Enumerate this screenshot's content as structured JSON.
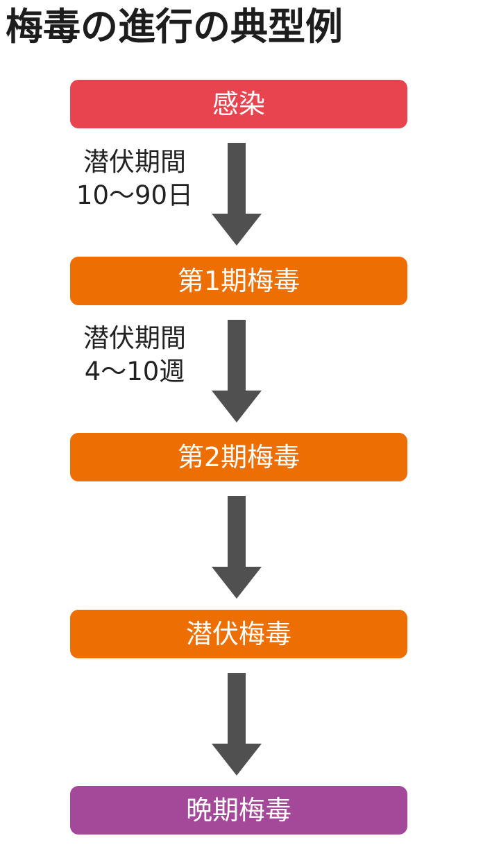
{
  "title": "梅毒の進行の典型例",
  "colors": {
    "infection": "#e84450",
    "stage": "#ed6f04",
    "late": "#a4499a",
    "arrow": "#505050",
    "text": "#222222"
  },
  "stages": [
    {
      "label": "感染"
    },
    {
      "label": "第1期梅毒"
    },
    {
      "label": "第2期梅毒"
    },
    {
      "label": "潜伏梅毒"
    },
    {
      "label": "晩期梅毒"
    }
  ],
  "intervals": [
    {
      "label": "潜伏期間",
      "value": "10〜90日"
    },
    {
      "label": "潜伏期間",
      "value": "4〜10週"
    }
  ]
}
